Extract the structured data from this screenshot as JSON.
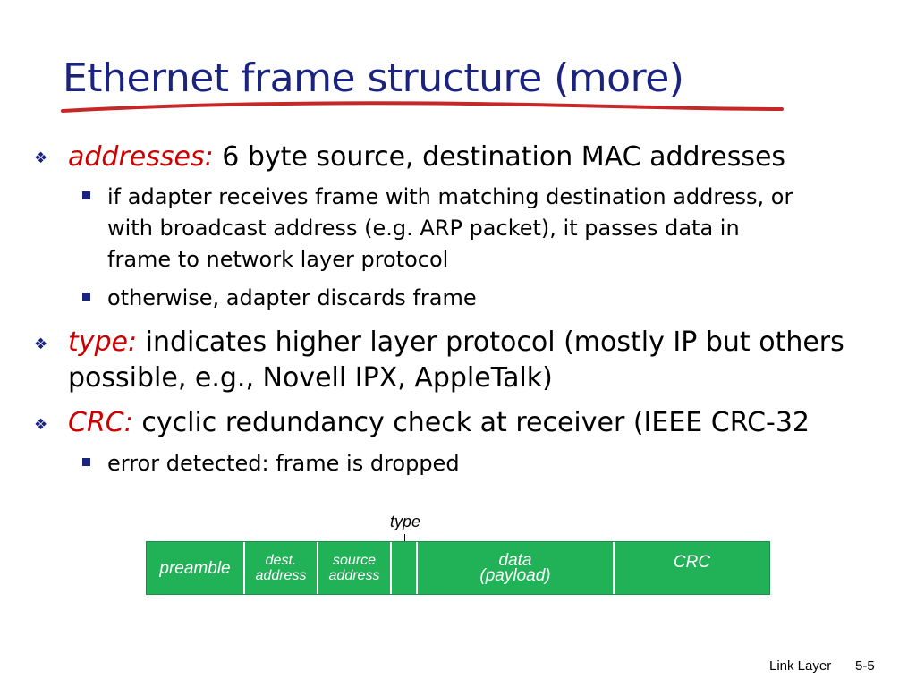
{
  "slide": {
    "title": "Ethernet frame structure (more)",
    "colors": {
      "title": "#1a237e",
      "term": "#cc0000",
      "underline": "#c62828",
      "frame": "#21b157"
    },
    "bullets": [
      {
        "term": "addresses:",
        "text": " 6 byte source, destination MAC addresses",
        "sub": [
          {
            "lines": [
              "if adapter receives frame with matching destination address, or",
              "with broadcast address (e.g. ARP packet), it passes data in",
              "frame to network layer protocol"
            ]
          },
          {
            "lines": [
              "otherwise, adapter discards frame"
            ]
          }
        ]
      },
      {
        "term": "type:",
        "lines": [
          " indicates higher layer protocol (mostly IP but others",
          "possible, e.g., Novell IPX, AppleTalk)"
        ]
      },
      {
        "term": "CRC:",
        "text": " cyclic redundancy check at receiver (IEEE CRC-32",
        "sub": [
          {
            "lines": [
              "error detected: frame is dropped"
            ]
          }
        ]
      }
    ]
  },
  "diagram": {
    "type_label": "type",
    "fields": [
      {
        "lines": [
          "preamble"
        ]
      },
      {
        "lines": [
          "dest.",
          "address"
        ]
      },
      {
        "lines": [
          "source",
          "address"
        ]
      },
      {
        "lines": []
      },
      {
        "lines": [
          "data",
          "(payload)"
        ]
      },
      {
        "lines": [
          "CRC"
        ]
      }
    ]
  },
  "footer": {
    "label": "Link Layer",
    "page": "5-5"
  }
}
